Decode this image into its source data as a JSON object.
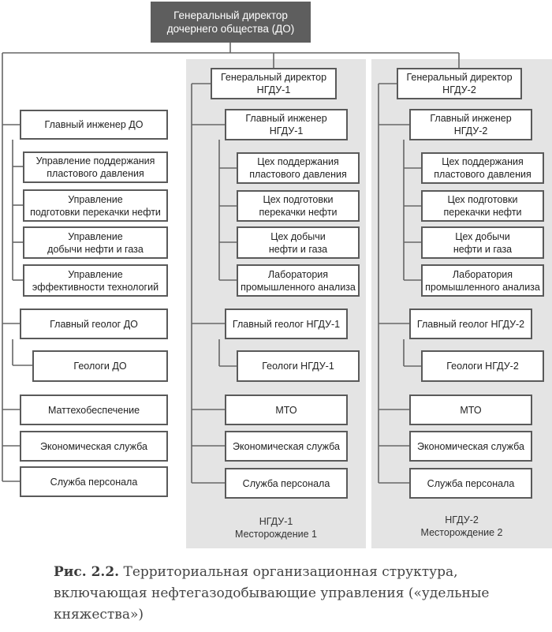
{
  "diagram": {
    "top": "Генеральный директор\nдочернего общества (ДО)",
    "left": {
      "chief_engineer": "Главный инженер ДО",
      "departments": [
        "Управление поддержания\nпластового давления",
        "Управление\nподготовки перекачки нефти",
        "Управление\nдобычи нефти и газа",
        "Управление\nэффективности технологий"
      ],
      "chief_geologist": "Главный геолог ДО",
      "geologists": "Геологи ДО",
      "supply": "Маттехобеспечение",
      "economics": "Экономическая служба",
      "personnel": "Служба персонала"
    },
    "ngdu1": {
      "director": "Генеральный директор\nНГДУ-1",
      "chief_engineer": "Главный инженер\nНГДУ-1",
      "shops": [
        "Цех поддержания\nпластового давления",
        "Цех подготовки\nперекачки нефти",
        "Цех добычи\nнефти и газа",
        "Лаборатория\nпромышленного анализа"
      ],
      "chief_geologist": "Главный геолог НГДУ-1",
      "geologists": "Геологи НГДУ-1",
      "supply": "МТО",
      "economics": "Экономическая служба",
      "personnel": "Служба персонала",
      "label": "НГДУ-1\nМесторождение 1"
    },
    "ngdu2": {
      "director": "Генеральный директор\nНГДУ-2",
      "chief_engineer": "Главный инженер\nНГДУ-2",
      "shops": [
        "Цех поддержания\nпластового давления",
        "Цех подготовки\nперекачки нефти",
        "Цех добычи\nнефти и газа",
        "Лаборатория\nпромышленного анализа"
      ],
      "chief_geologist": "Главный геолог НГДУ-2",
      "geologists": "Геологи НГДУ-2",
      "supply": "МТО",
      "economics": "Экономическая служба",
      "personnel": "Служба персонала",
      "label": "НГДУ-2\nМесторождение 2"
    }
  },
  "caption": {
    "number": "Рис. 2.2.",
    "text": "Территориальная организационная структура, включающая нефтегазодобывающие управления («удельные княжества»)"
  },
  "colors": {
    "top_box": "#5e5e5e",
    "panel": "#e4e4e4",
    "border": "#5a5a5a"
  }
}
